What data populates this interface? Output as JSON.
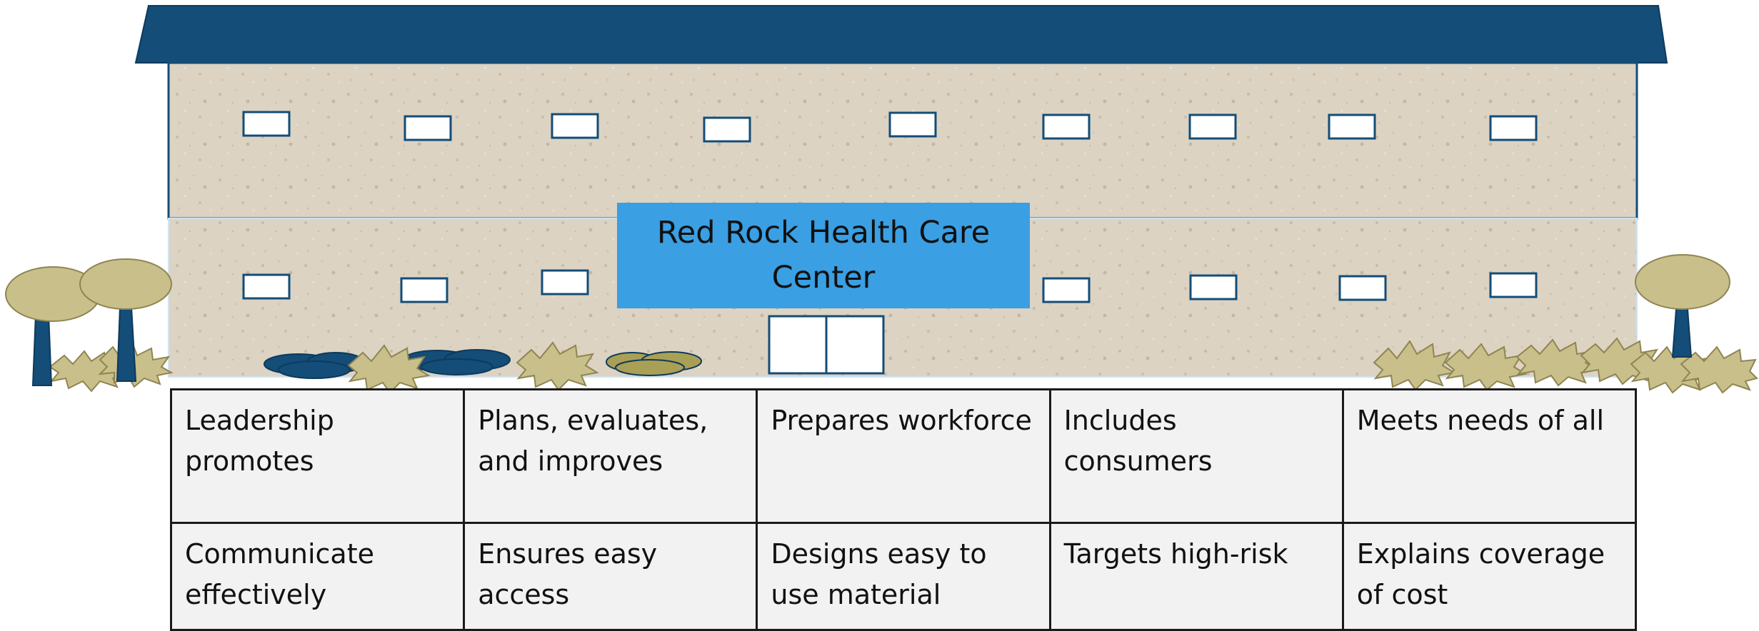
{
  "sign": {
    "title": "Red Rock Health Care Center"
  },
  "grid": {
    "rows": [
      [
        "Leadership promotes",
        "Plans, evaluates, and improves",
        "Prepares workforce",
        "Includes consumers",
        "Meets needs of all"
      ],
      [
        "Communicate effectively",
        "Ensures easy access",
        "Designs easy to use material",
        "Targets high-risk",
        "Explains coverage of cost"
      ]
    ]
  },
  "colors": {
    "roof": "#134d78",
    "wall": "#dcd3c3",
    "sign": "#3a9fe3",
    "tree_canopy": "#c9bf8a",
    "tree_trunk": "#134d78",
    "shrub": "#bdb27d",
    "table_bg": "#f2f2f2"
  }
}
